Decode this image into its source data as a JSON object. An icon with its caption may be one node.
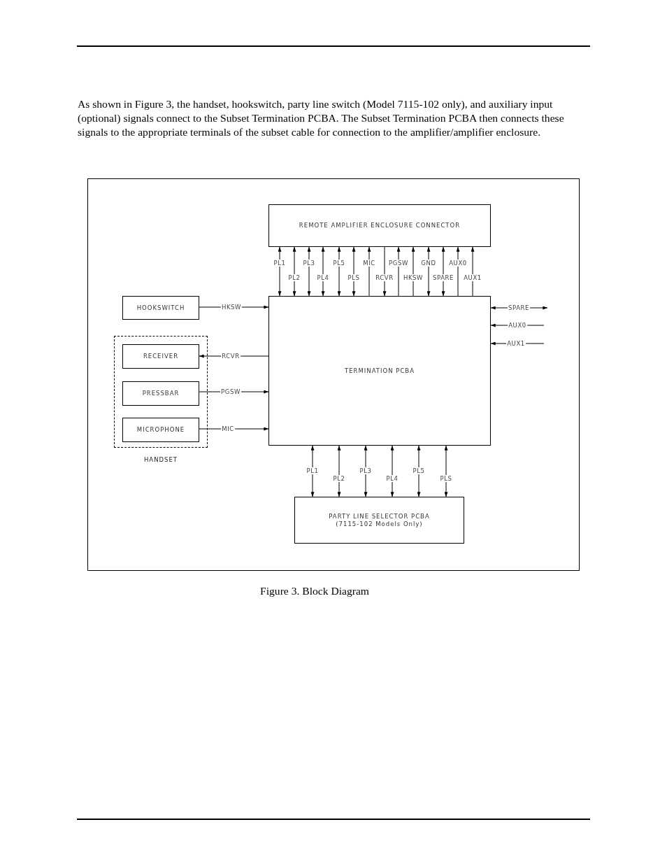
{
  "diagram": {
    "caption": "Figure 3.  Block Diagram",
    "nodes": [
      {
        "text": [
          "REMOTE AMPLIFIER ENCLOSURE CONNECTOR"
        ]
      },
      {
        "text": [
          "HOOKSWITCH"
        ]
      },
      {
        "text": [
          "HANDSET"
        ]
      },
      {
        "text": [
          "RECEIVER"
        ],
        "in": 2
      },
      {
        "text": [
          "PRESSBAR"
        ],
        "in": 2
      },
      {
        "text": [
          "MICROPHONE"
        ],
        "in": 2
      },
      {
        "text": [
          "TERMINATION PCBA"
        ]
      },
      {
        "text": [
          "PARTY LINE SELECTOR PCBA",
          "(7115-102 Models Only)"
        ]
      }
    ],
    "edges": [
      {
        "from": 6,
        "to": 0,
        "arrow": "both",
        "label": "PL1"
      },
      {
        "from": 6,
        "to": 0,
        "arrow": "both",
        "label": "PL2"
      },
      {
        "from": 6,
        "to": 0,
        "arrow": "both",
        "label": "PL3"
      },
      {
        "from": 6,
        "to": 0,
        "arrow": "both",
        "label": "PL4"
      },
      {
        "from": 6,
        "to": 0,
        "arrow": "both",
        "label": "PL5"
      },
      {
        "from": 6,
        "to": 0,
        "arrow": "both",
        "label": "PLS"
      },
      {
        "from": 6,
        "to": 0,
        "arrow": "to",
        "label": "MIC"
      },
      {
        "from": 0,
        "to": 6,
        "arrow": "to",
        "label": "RCVR"
      },
      {
        "from": 6,
        "to": 0,
        "arrow": "to",
        "label": "PGSW"
      },
      {
        "from": 6,
        "to": 0,
        "arrow": "to",
        "label": "HKSW"
      },
      {
        "from": 6,
        "to": 0,
        "arrow": "both",
        "label": "GND"
      },
      {
        "from": 6,
        "to": 0,
        "arrow": "both",
        "label": "SPARE"
      },
      {
        "from": 6,
        "to": 0,
        "arrow": "to",
        "label": "AUX0"
      },
      {
        "from": 6,
        "to": 0,
        "arrow": "to",
        "label": "AUX1"
      },
      {
        "from": 1,
        "to": 6,
        "arrow": "to",
        "label": "HKSW"
      },
      {
        "from": 6,
        "to": 3,
        "arrow": "to",
        "label": "RCVR"
      },
      {
        "from": 4,
        "to": 6,
        "arrow": "to",
        "label": "PGSW"
      },
      {
        "from": 5,
        "to": 6,
        "arrow": "to",
        "label": "MIC"
      },
      {
        "from": null,
        "to": 6,
        "arrow": "both",
        "label": "SPARE"
      },
      {
        "from": null,
        "to": 6,
        "arrow": "to",
        "label": "AUX0"
      },
      {
        "from": null,
        "to": 6,
        "arrow": "to",
        "label": "AUX1"
      },
      {
        "from": 6,
        "to": 7,
        "arrow": "both",
        "label": "PL1"
      },
      {
        "from": 6,
        "to": 7,
        "arrow": "both",
        "label": "PL2"
      },
      {
        "from": 6,
        "to": 7,
        "arrow": "both",
        "label": "PL3"
      },
      {
        "from": 6,
        "to": 7,
        "arrow": "both",
        "label": "PL4"
      },
      {
        "from": 6,
        "to": 7,
        "arrow": "both",
        "label": "PL5"
      },
      {
        "from": 6,
        "to": 7,
        "arrow": "both",
        "label": "PLS"
      }
    ],
    "labels": [
      "As shown in Figure 3, the handset, hookswitch, party line switch (Model 7115-102 only), and auxiliary input (optional) signals connect to the Subset Termination PCBA.  The Subset Termination PCBA then connects these signals to the appropriate terminals of the subset cable for connection to the amplifier/amplifier enclosure."
    ]
  }
}
